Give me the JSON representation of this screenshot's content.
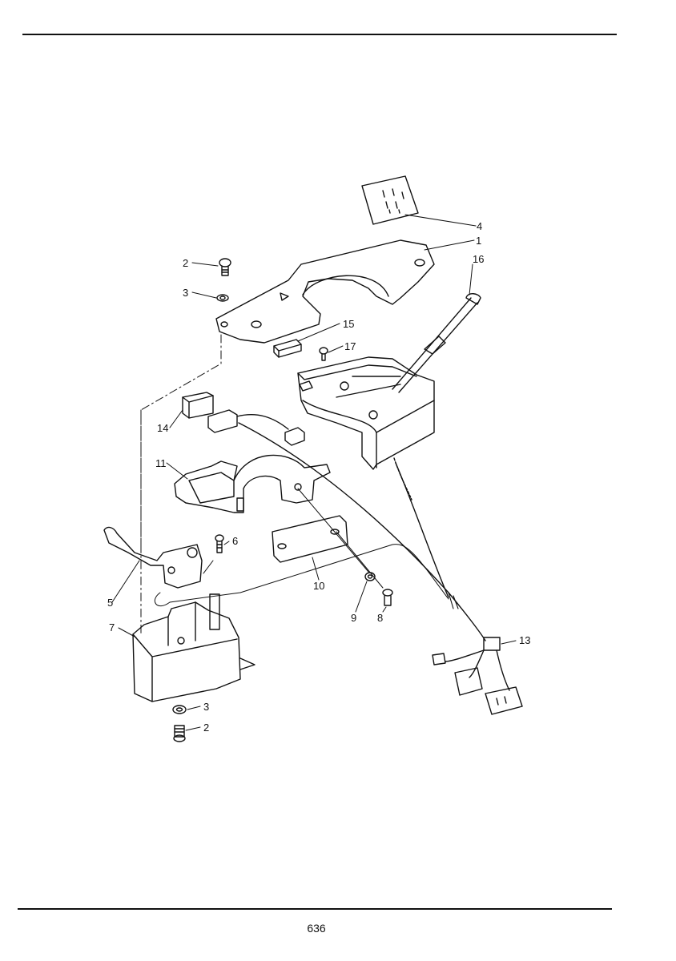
{
  "header": {
    "fragment": "——————"
  },
  "page_number": "636",
  "callouts": {
    "c1": "1",
    "c2a": "2",
    "c2b": "2",
    "c3a": "3",
    "c3b": "3",
    "c4": "4",
    "c5": "5",
    "c6": "6",
    "c7": "7",
    "c8": "8",
    "c9": "9",
    "c10": "10",
    "c11": "11",
    "c13": "13",
    "c14": "14",
    "c15": "15",
    "c16": "16",
    "c17": "17"
  }
}
